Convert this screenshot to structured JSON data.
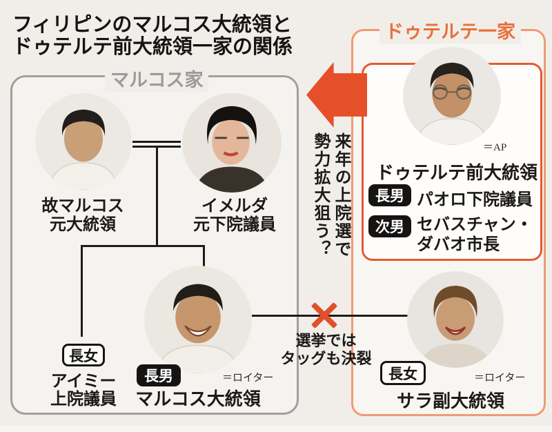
{
  "title": {
    "line1": "フィリピンのマルコス大統領と",
    "line2": "ドゥテルテ前大統領一家の関係"
  },
  "colors": {
    "accent_red": "#e0502a",
    "outer_box_border": "#f09a72",
    "inner_box_border": "#e55a2e",
    "duterte_label_orange": "#e8713d",
    "marcos_label_gray": "#9b9b9b",
    "paper_background": "#f1eeea"
  },
  "marcos_family": {
    "label": "マルコス家",
    "marcos_sr": {
      "name_line1": "故マルコス",
      "name_line2": "元大統領"
    },
    "imelda": {
      "name_line1": "イメルダ",
      "name_line2": "元下院議員"
    },
    "imee": {
      "badge": "長女",
      "name_line1": "アイミー",
      "name_line2": "上院議員"
    },
    "bongbong": {
      "badge": "長男",
      "name": "マルコス大統領",
      "credit": "＝ロイター"
    }
  },
  "duterte_family": {
    "label": "ドゥテルテ一家",
    "duterte": {
      "name": "ドゥテルテ前大統領",
      "credit": "＝AP",
      "sons": [
        {
          "badge": "長男",
          "name_line1": "パオロ下院議員",
          "name_line2": ""
        },
        {
          "badge": "次男",
          "name_line1": "セバスチャン・",
          "name_line2": "ダバオ市長"
        }
      ]
    },
    "sara": {
      "badge": "長女",
      "name": "サラ副大統領",
      "credit": "＝ロイター"
    }
  },
  "annotations": {
    "arrow_note": "来年の上院選で勢力拡大狙う？",
    "split_note_line1": "選挙では",
    "split_note_line2": "タッグも決裂"
  }
}
